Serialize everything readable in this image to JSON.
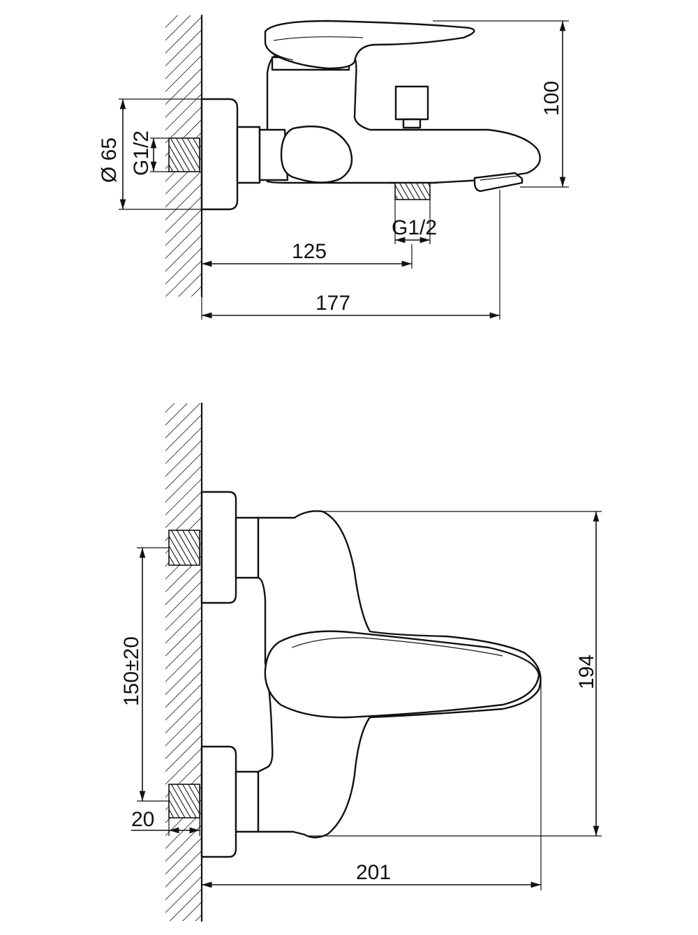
{
  "side_view": {
    "dims": {
      "diameter": "Ø 65",
      "inlet_thread": "G1/2",
      "outlet_thread": "G1/2",
      "height": "100",
      "spout_axis_distance": "125",
      "total_depth": "177"
    }
  },
  "front_view": {
    "dims": {
      "center_distance": "150±20",
      "thread_length": "20",
      "total_height": "194",
      "total_depth": "201"
    }
  }
}
